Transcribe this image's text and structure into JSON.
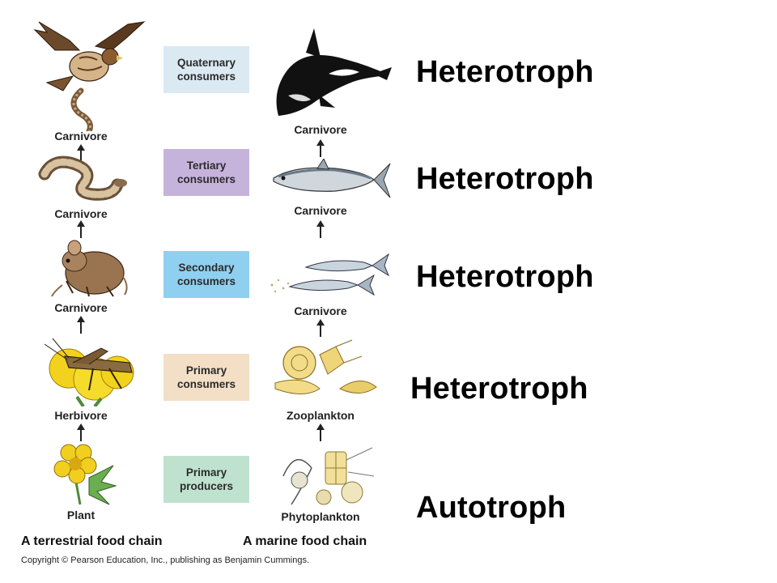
{
  "terrestrial": {
    "labels": [
      "Carnivore",
      "Carnivore",
      "Carnivore",
      "Herbivore",
      "Plant"
    ],
    "caption": "A terrestrial food chain"
  },
  "marine": {
    "labels": [
      "Carnivore",
      "Carnivore",
      "Carnivore",
      "Zooplankton",
      "Phytoplankton"
    ],
    "caption": "A marine food chain"
  },
  "levels": [
    {
      "line1": "Quaternary",
      "line2": "consumers",
      "color": "#dbe9f3"
    },
    {
      "line1": "Tertiary",
      "line2": "consumers",
      "color": "#c6b3dc"
    },
    {
      "line1": "Secondary",
      "line2": "consumers",
      "color": "#8fd0f0"
    },
    {
      "line1": "Primary",
      "line2": "consumers",
      "color": "#f2dfc6"
    },
    {
      "line1": "Primary",
      "line2": "producers",
      "color": "#bfe2ce"
    }
  ],
  "trophic_labels": [
    "Heterotroph",
    "Heterotroph",
    "Heterotroph",
    "Heterotroph",
    "Autotroph"
  ],
  "copyright": "Copyright © Pearson Education, Inc., publishing as Benjamin Cummings."
}
